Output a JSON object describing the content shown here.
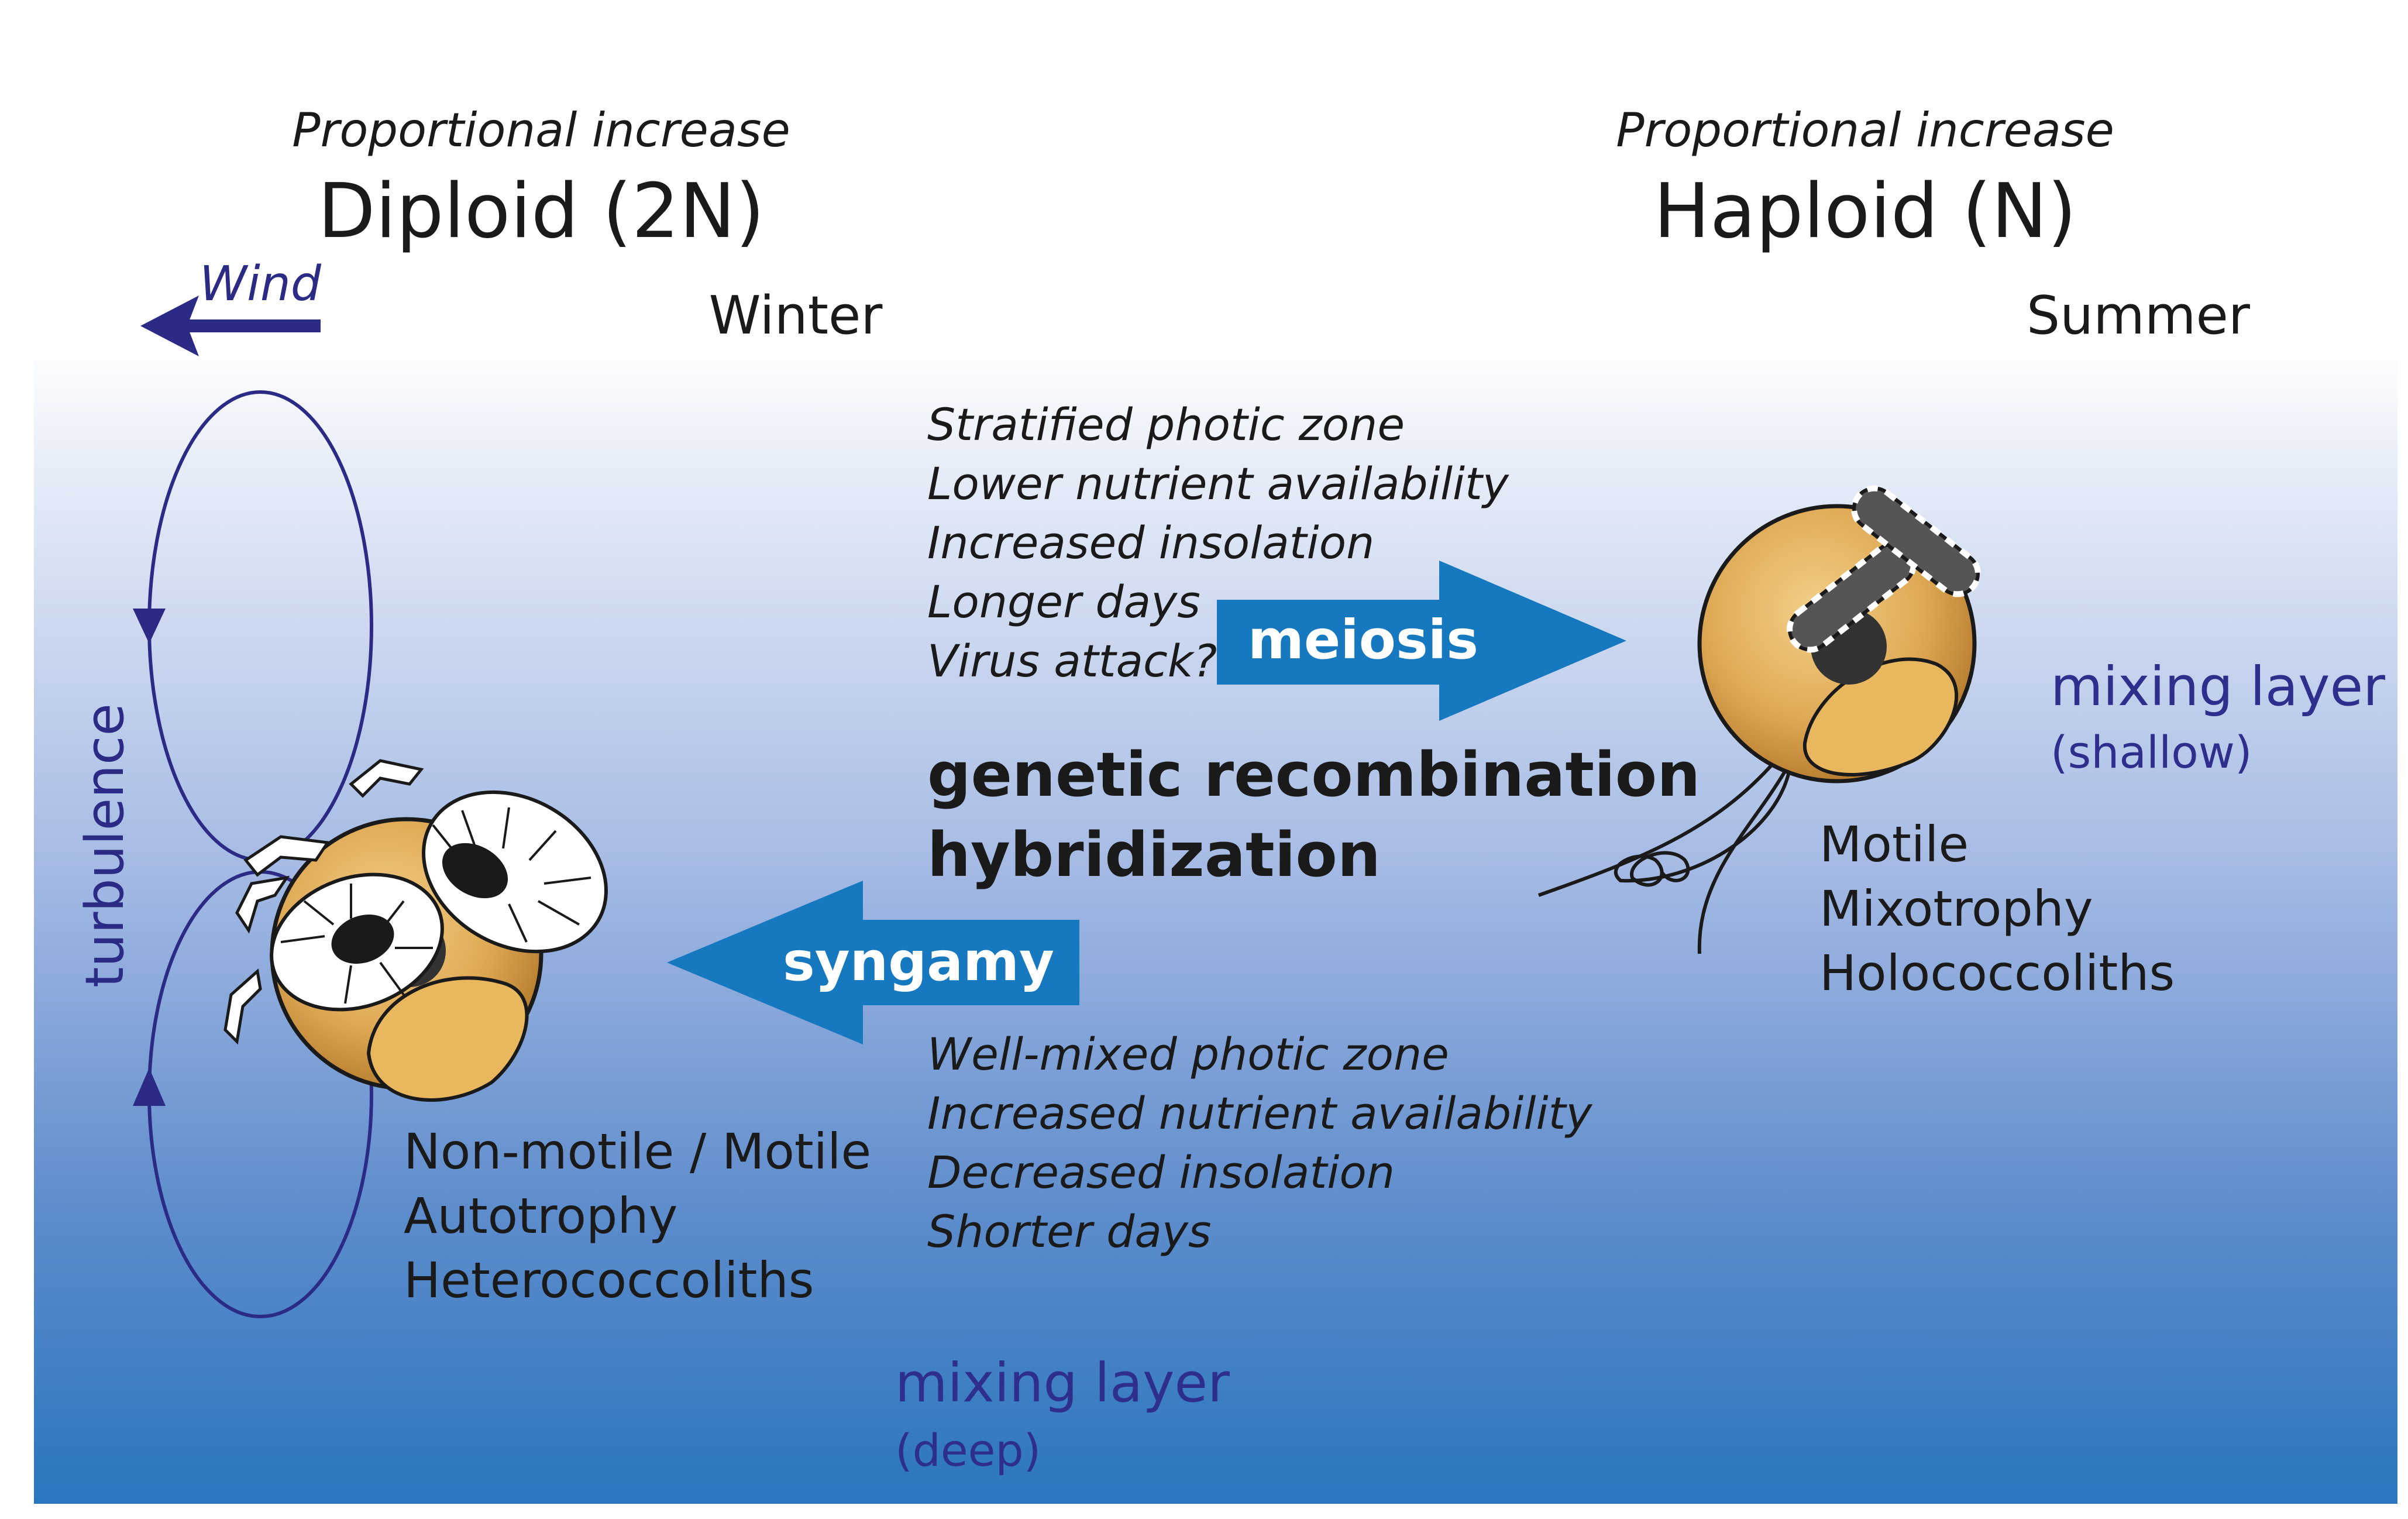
{
  "diploid": {
    "prop_label": "Proportional increase",
    "title": "Diploid (2N)",
    "season": "Winter",
    "traits": [
      "Non-motile / Motile",
      "Autotrophy",
      "Heterococcoliths"
    ]
  },
  "haploid": {
    "prop_label": "Proportional increase",
    "title": "Haploid (N)",
    "season": "Summer",
    "traits": [
      "Motile",
      "Mixotrophy",
      "Holococcoliths"
    ]
  },
  "wind_label": "Wind",
  "turbulence_label": "turbulence",
  "meiosis": {
    "label": "meiosis",
    "conditions": [
      "Stratified photic zone",
      "Lower nutrient availability",
      "Increased insolation",
      "Longer days",
      "Virus attack?"
    ]
  },
  "syngamy": {
    "label": "syngamy",
    "conditions": [
      "Well-mixed photic zone",
      "Increased nutrient availability",
      "Decreased insolation",
      "Shorter days"
    ]
  },
  "center_labels": [
    "genetic recombination",
    "hybridization"
  ],
  "mixing_shallow": {
    "label": "mixing layer",
    "sub": "(shallow)"
  },
  "mixing_deep": {
    "label": "mixing layer",
    "sub": "(deep)"
  },
  "colors": {
    "arrow_blue": "#1679c0",
    "navy": "#2b2a85",
    "mixing_text": "#2e2e8c",
    "cell_fill": "#e3b461",
    "text_dark": "#1a1a1a"
  }
}
